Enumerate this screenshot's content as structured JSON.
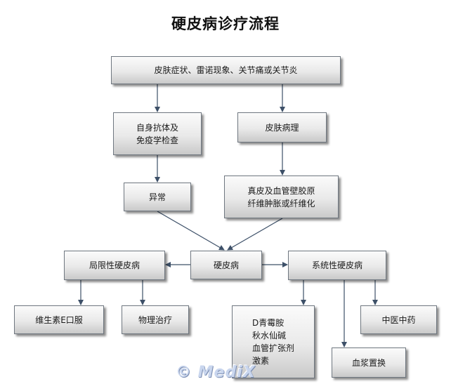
{
  "title": "硬皮病诊疗流程",
  "nodes": {
    "symptoms": "皮肤症状、雷诺现象、关节痛或关节炎",
    "autoantibody": "自身抗体及\n免疫学检查",
    "skin_pathology": "皮肤病理",
    "abnormal": "异常",
    "fibrosis": "真皮及血管壁胶原\n纤维肿胀或纤维化",
    "scleroderma": "硬皮病",
    "localized": "局限性硬皮病",
    "systemic": "系统性硬皮病",
    "vitamin_e": "维生素E口服",
    "physio": "物理治疗",
    "drugs": "D青霉胺\n秋水仙碱\n血管扩张剂\n激素",
    "plasma": "血浆置换",
    "tcm": "中医中药"
  },
  "watermark": "© MediX",
  "colors": {
    "arrow": "#3d5068",
    "border": "#6f7780"
  }
}
